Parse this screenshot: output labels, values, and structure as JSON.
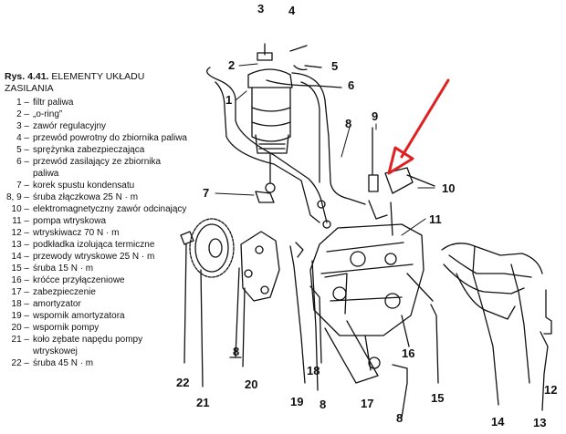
{
  "title_prefix": "Rys. 4.41.",
  "title_text": "ELEMENTY UKŁADU ZASILANIA",
  "legend": [
    {
      "n": "1 –",
      "t": "filtr paliwa"
    },
    {
      "n": "2 –",
      "t": "„o-ring”"
    },
    {
      "n": "3 –",
      "t": "zawór regulacyjny"
    },
    {
      "n": "4 –",
      "t": "przewód powrotny do zbiornika paliwa"
    },
    {
      "n": "5 –",
      "t": "sprężynka zabezpieczająca"
    },
    {
      "n": "6 –",
      "t": "przewód zasilający ze zbiornika paliwa"
    },
    {
      "n": "7 –",
      "t": "korek spustu kondensatu"
    },
    {
      "n": "8, 9 –",
      "t": "śruba złączkowa 25 N · m"
    },
    {
      "n": "10 –",
      "t": "elektromagnetyczny zawór odcinający"
    },
    {
      "n": "11 –",
      "t": "pompa wtryskowa"
    },
    {
      "n": "12 –",
      "t": "wtryskiwacz 70 N · m"
    },
    {
      "n": "13 –",
      "t": "podkładka izolująca termiczne"
    },
    {
      "n": "14 –",
      "t": "przewody wtryskowe 25 N · m"
    },
    {
      "n": "15 –",
      "t": "śruba 15 N · m"
    },
    {
      "n": "16 –",
      "t": "króćce przyłączeniowe"
    },
    {
      "n": "17 –",
      "t": "zabezpieczenie"
    },
    {
      "n": "18 –",
      "t": "amortyzator"
    },
    {
      "n": "19 –",
      "t": "wspornik amortyzatora"
    },
    {
      "n": "20 –",
      "t": "wspornik pompy"
    },
    {
      "n": "21 –",
      "t": "koło zębate napędu pompy wtryskowej"
    },
    {
      "n": "22 –",
      "t": "śruba 45 N · m"
    }
  ],
  "callouts": [
    "1",
    "2",
    "3",
    "4",
    "5",
    "6",
    "7",
    "8",
    "8",
    "8",
    "9",
    "10",
    "11",
    "12",
    "13",
    "14",
    "15",
    "16",
    "17",
    "18",
    "19",
    "20",
    "21",
    "22"
  ],
  "colors": {
    "arrow": "#e02020",
    "ink": "#111111"
  }
}
